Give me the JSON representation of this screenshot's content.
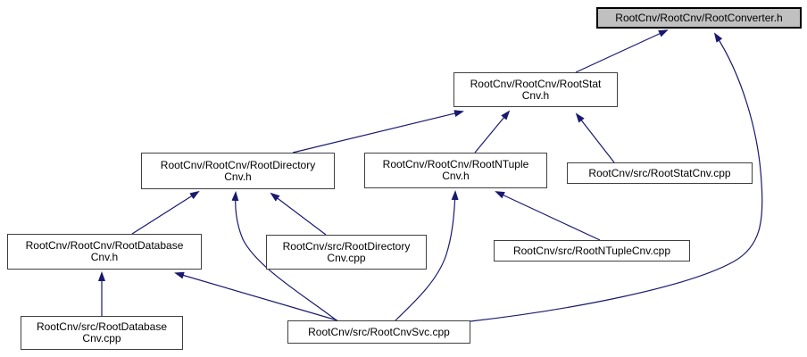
{
  "diagram": {
    "title": "Include dependency graph for RootCnv/RootCnv/RootConverter.h",
    "arrow_color": "#191970",
    "node_fill": "#ffffff",
    "highlight_fill": "#c0c0c0",
    "nodes": [
      {
        "id": "rootconverter-h",
        "label": "RootCnv/RootCnv/RootConverter.h",
        "highlighted": true,
        "lines": [
          "RootCnv/RootCnv/RootConverter.h"
        ]
      },
      {
        "id": "rootstatcnv-h",
        "label": "RootCnv/RootCnv/RootStatCnv.h",
        "lines": [
          "RootCnv/RootCnv/RootStat",
          "Cnv.h"
        ]
      },
      {
        "id": "rootdirectorycnv-h",
        "label": "RootCnv/RootCnv/RootDirectoryCnv.h",
        "lines": [
          "RootCnv/RootCnv/RootDirectory",
          "Cnv.h"
        ]
      },
      {
        "id": "rootntuplecnv-h",
        "label": "RootCnv/RootCnv/RootNTupleCnv.h",
        "lines": [
          "RootCnv/RootCnv/RootNTuple",
          "Cnv.h"
        ]
      },
      {
        "id": "rootstatcnv-cpp",
        "label": "RootCnv/src/RootStatCnv.cpp",
        "lines": [
          "RootCnv/src/RootStatCnv.cpp"
        ]
      },
      {
        "id": "rootdatabasecnv-h",
        "label": "RootCnv/RootCnv/RootDatabaseCnv.h",
        "lines": [
          "RootCnv/RootCnv/RootDatabase",
          "Cnv.h"
        ]
      },
      {
        "id": "rootdirectorycnv-cpp",
        "label": "RootCnv/src/RootDirectoryCnv.cpp",
        "lines": [
          "RootCnv/src/RootDirectory",
          "Cnv.cpp"
        ]
      },
      {
        "id": "rootntuplecnv-cpp",
        "label": "RootCnv/src/RootNTupleCnv.cpp",
        "lines": [
          "RootCnv/src/RootNTupleCnv.cpp"
        ]
      },
      {
        "id": "rootdatabasecnv-cpp",
        "label": "RootCnv/src/RootDatabaseCnv.cpp",
        "lines": [
          "RootCnv/src/RootDatabase",
          "Cnv.cpp"
        ]
      },
      {
        "id": "rootcnvsvc-cpp",
        "label": "RootCnv/src/RootCnvSvc.cpp",
        "lines": [
          "RootCnv/src/RootCnvSvc.cpp"
        ]
      }
    ],
    "edges": [
      {
        "from": "rootstatcnv-h",
        "to": "rootconverter-h"
      },
      {
        "from": "rootcnvsvc-cpp",
        "to": "rootconverter-h"
      },
      {
        "from": "rootdirectorycnv-h",
        "to": "rootstatcnv-h"
      },
      {
        "from": "rootntuplecnv-h",
        "to": "rootstatcnv-h"
      },
      {
        "from": "rootstatcnv-cpp",
        "to": "rootstatcnv-h"
      },
      {
        "from": "rootdatabasecnv-h",
        "to": "rootdirectorycnv-h"
      },
      {
        "from": "rootdirectorycnv-cpp",
        "to": "rootdirectorycnv-h"
      },
      {
        "from": "rootcnvsvc-cpp",
        "to": "rootdirectorycnv-h"
      },
      {
        "from": "rootntuplecnv-cpp",
        "to": "rootntuplecnv-h"
      },
      {
        "from": "rootcnvsvc-cpp",
        "to": "rootntuplecnv-h"
      },
      {
        "from": "rootdatabasecnv-cpp",
        "to": "rootdatabasecnv-h"
      },
      {
        "from": "rootcnvsvc-cpp",
        "to": "rootdatabasecnv-h"
      }
    ]
  }
}
